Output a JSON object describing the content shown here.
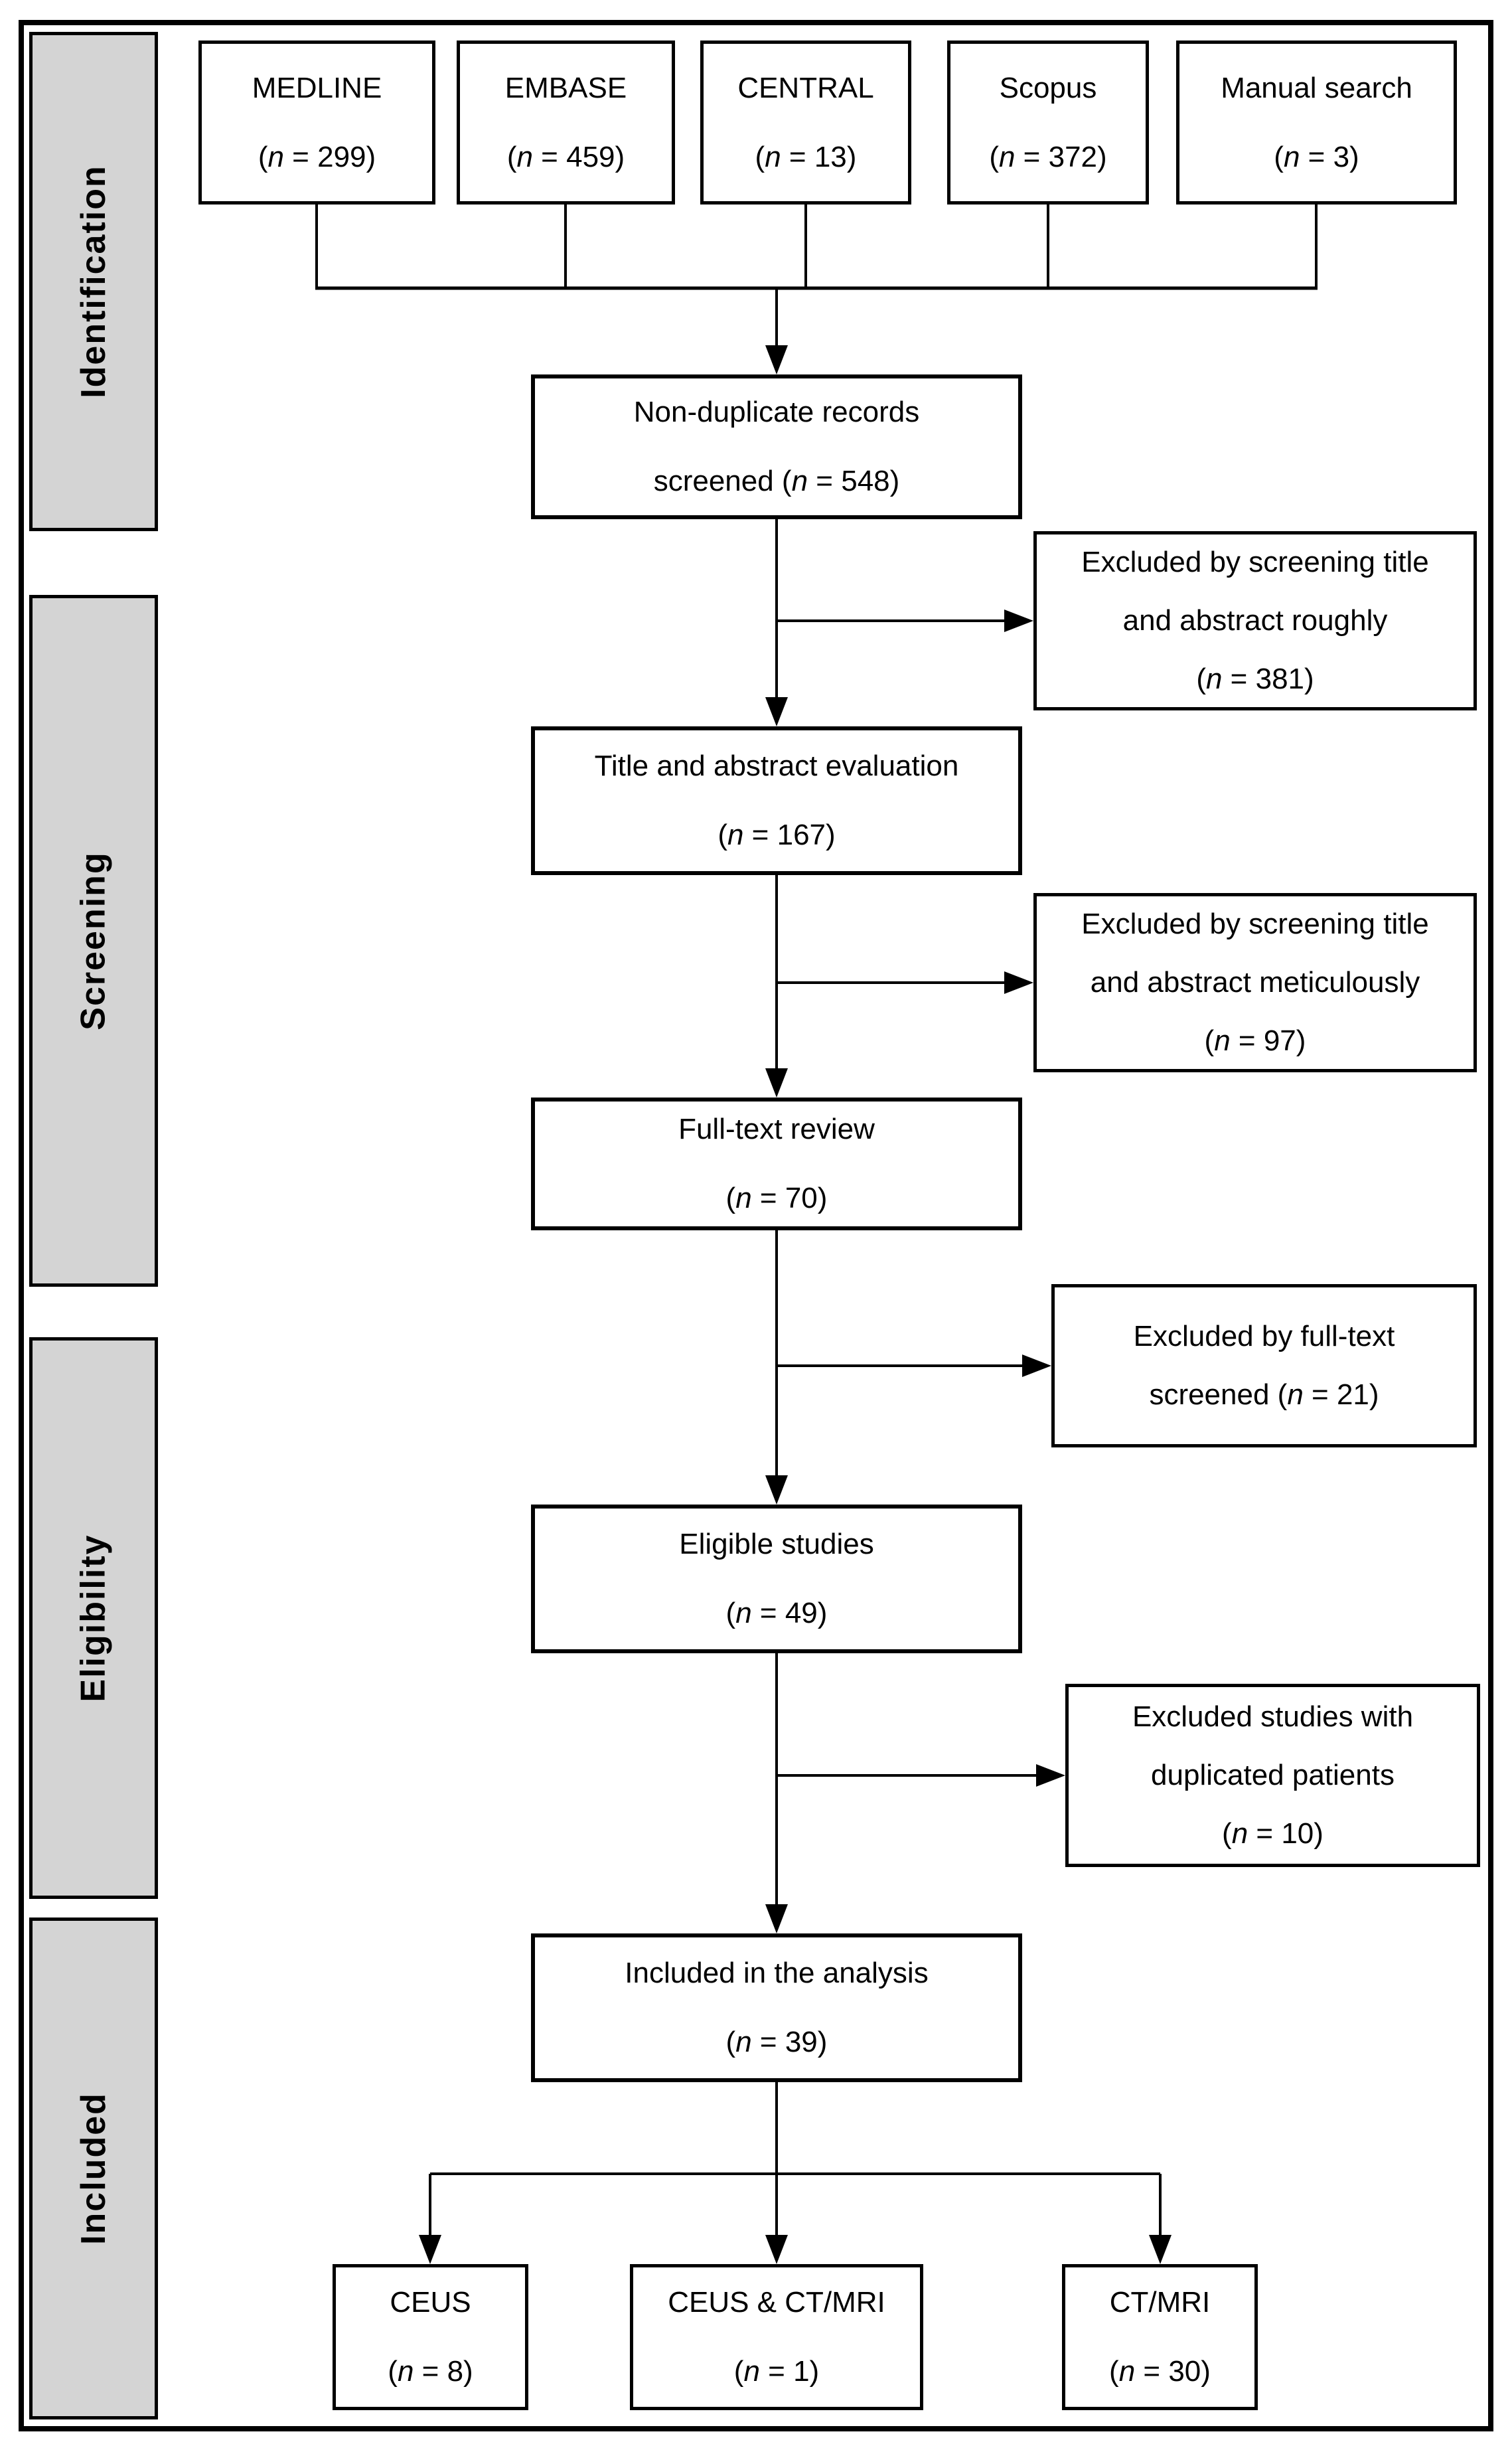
{
  "palette": {
    "page_bg": "#ffffff",
    "box_fill": "#ffffff",
    "sidebar_fill": "#d4d4d4",
    "line_color": "#000000",
    "text_color": "#000000"
  },
  "sidebar": [
    {
      "label": "Identification"
    },
    {
      "label": "Screening"
    },
    {
      "label": "Eligibility"
    },
    {
      "label": "Included"
    }
  ],
  "sources": [
    {
      "label": "MEDLINE",
      "count": 299,
      "count_pre": "(",
      "count_var": "n",
      "count_post": " = 299)"
    },
    {
      "label": "EMBASE",
      "count": 459,
      "count_pre": "(",
      "count_var": "n",
      "count_post": " = 459)"
    },
    {
      "label": "CENTRAL",
      "count": 13,
      "count_pre": "(",
      "count_var": "n",
      "count_post": " = 13)"
    },
    {
      "label": "Scopus",
      "count": 372,
      "count_pre": "(",
      "count_var": "n",
      "count_post": " = 372)"
    },
    {
      "label": "Manual search",
      "count": 3,
      "count_pre": "(",
      "count_var": "n",
      "count_post": " = 3)"
    }
  ],
  "main": [
    {
      "line1": "Non-duplicate records",
      "count": 548,
      "count_pre": "screened (",
      "count_var": "n",
      "count_post": " = 548)"
    },
    {
      "line1": "Title and abstract evaluation",
      "count": 167,
      "count_pre": "(",
      "count_var": "n",
      "count_post": " = 167)"
    },
    {
      "line1": "Full-text review",
      "count": 70,
      "count_pre": "(",
      "count_var": "n",
      "count_post": " = 70)"
    },
    {
      "line1": "Eligible studies",
      "count": 49,
      "count_pre": "(",
      "count_var": "n",
      "count_post": " = 49)"
    },
    {
      "line1": "Included in the analysis",
      "count": 39,
      "count_pre": "(",
      "count_var": "n",
      "count_post": " = 39)"
    }
  ],
  "exclusions": [
    {
      "line1": "Excluded by screening title",
      "line2": "and abstract roughly",
      "count": 381,
      "count_pre": "(",
      "count_var": "n",
      "count_post": " = 381)"
    },
    {
      "line1": "Excluded by screening title",
      "line2": "and abstract meticulously",
      "count": 97,
      "count_pre": "(",
      "count_var": "n",
      "count_post": " = 97)"
    },
    {
      "line1": "Excluded by full-text",
      "count": 21,
      "count_pre": "screened (",
      "count_var": "n",
      "count_post": " = 21)"
    },
    {
      "line1": "Excluded studies with",
      "line2": "duplicated patients",
      "count": 10,
      "count_pre": "(",
      "count_var": "n",
      "count_post": " = 10)"
    }
  ],
  "outcomes": [
    {
      "label": "CEUS",
      "count": 8,
      "count_pre": "(",
      "count_var": "n",
      "count_post": " = 8)"
    },
    {
      "label": "CEUS & CT/MRI",
      "count": 1,
      "count_pre": "(",
      "count_var": "n",
      "count_post": " = 1)"
    },
    {
      "label": "CT/MRI",
      "count": 30,
      "count_pre": "(",
      "count_var": "n",
      "count_post": " = 30)"
    }
  ]
}
